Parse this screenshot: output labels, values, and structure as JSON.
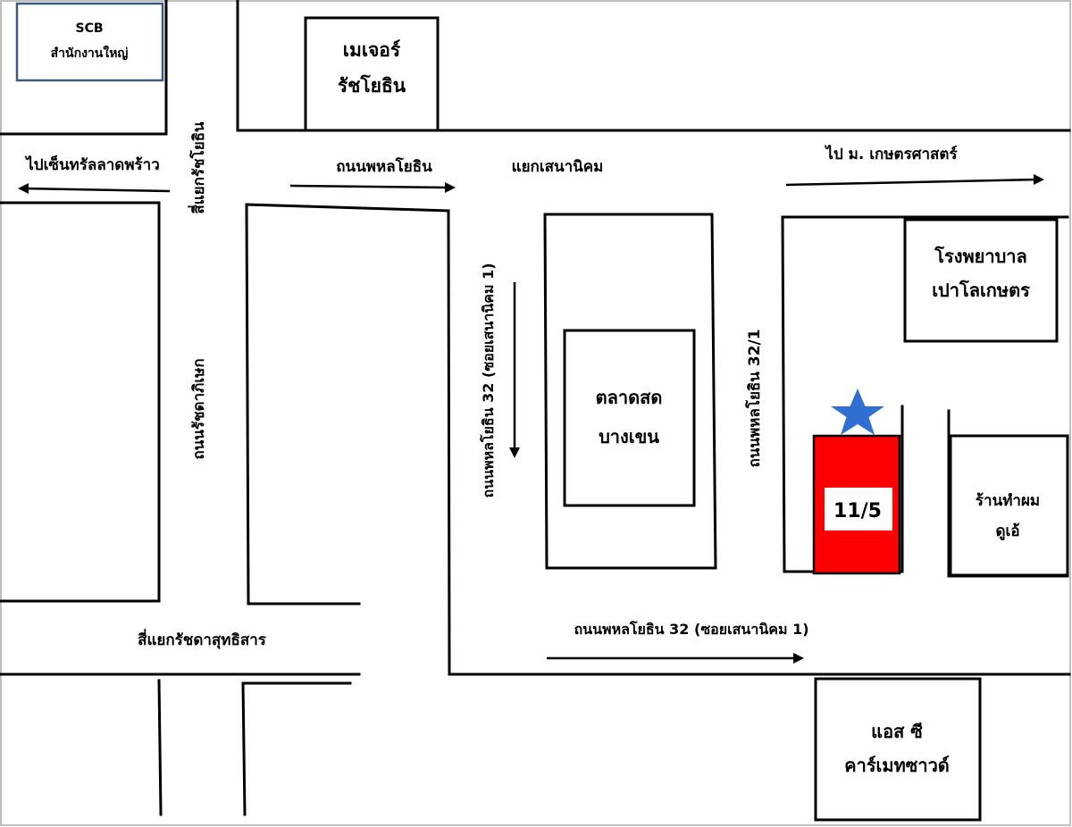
{
  "map": {
    "accent_color": "#ff0000",
    "star_color": "#2e6fd1",
    "scb_border_color": "#3c5a80",
    "landmarks": {
      "scb_line1": "SCB",
      "scb_line2": "สำนักงานใหญ่",
      "major_line1": "เมเจอร์",
      "major_line2": "รัชโยธิน",
      "market_line1": "ตลาดสด",
      "market_line2": "บางเขน",
      "hospital_line1": "โรงพยาบาล",
      "hospital_line2": "เปาโลเกษตร",
      "salon_line1": "ร้านทำผม",
      "salon_line2": "ดูเอ้",
      "sc_line1": "แอส ซี",
      "sc_line2": "คาร์เมทซาวด์",
      "target_label": "11/5"
    },
    "roads": {
      "to_central": "ไปเซ็นทรัลลาดพร้าว",
      "phahon_main": "ถนนพหลโยธิน",
      "sena_junction": "แยกเสนานิคม",
      "to_ku": "ไป ม. เกษตรศาสตร์",
      "ratchayothin_junction": "สี่แยกรัชโยธิน",
      "ratchadaphisek": "ถนนรัชดาภิเษก",
      "soi32_vertical": "ถนนพหลโยธิน 32 (ซอยเสนานิคม 1)",
      "soi32_1": "ถนนพหลโยธิน 32/1",
      "ratchada_suthisan": "สี่แยกรัชดาสุทธิสาร",
      "soi32_bottom": "ถนนพหลโยธิน 32 (ซอยเสนานิคม 1)"
    }
  }
}
